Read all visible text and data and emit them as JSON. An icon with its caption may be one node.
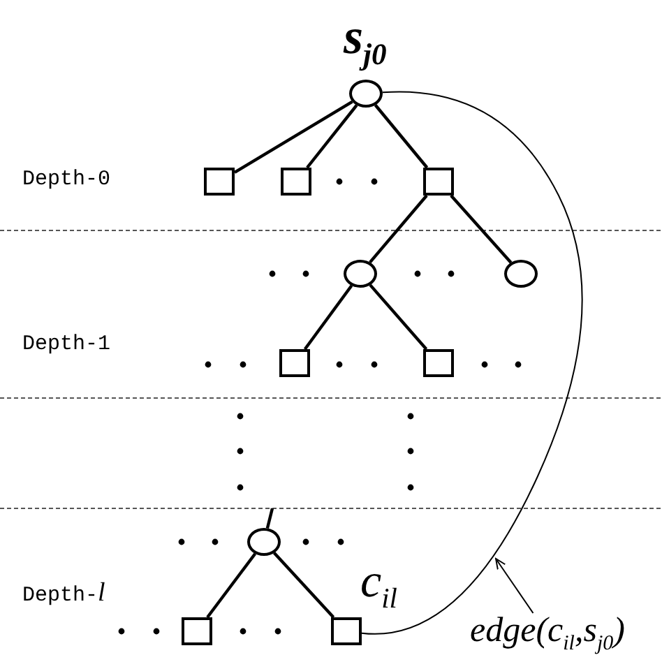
{
  "diagram": {
    "nodes": [
      {
        "text": [],
        "shape": "circle",
        "beside": [
          "s$_{j0}$"
        ]
      },
      {
        "text": [],
        "shape": "box"
      },
      {
        "text": [],
        "shape": "box"
      },
      {
        "text": [],
        "shape": "box"
      },
      {
        "text": [],
        "shape": "circle"
      },
      {
        "text": [],
        "shape": "circle"
      },
      {
        "text": [],
        "shape": "box"
      },
      {
        "text": [],
        "shape": "box"
      },
      {
        "text": [],
        "shape": "circle"
      },
      {
        "text": [],
        "shape": "box"
      },
      {
        "text": [],
        "shape": "box",
        "beside": [
          "c$_{il}$"
        ]
      },
      {
        "text": [
          "edge(c$_{il}$,s$_{j0}$)"
        ]
      }
    ],
    "edges": [
      {
        "from": 0,
        "to": 1,
        "arrow": "none"
      },
      {
        "from": 0,
        "to": 2,
        "arrow": "none"
      },
      {
        "from": 0,
        "to": 3,
        "arrow": "none"
      },
      {
        "from": 3,
        "to": 4,
        "arrow": "none"
      },
      {
        "from": 3,
        "to": 5,
        "arrow": "none"
      },
      {
        "from": 4,
        "to": 6,
        "arrow": "none"
      },
      {
        "from": 4,
        "to": 7,
        "arrow": "none"
      },
      {
        "from": null,
        "to": 8,
        "arrow": "none"
      },
      {
        "from": 8,
        "to": 9,
        "arrow": "none"
      },
      {
        "from": 8,
        "to": 10,
        "arrow": "none"
      },
      {
        "from": 10,
        "to": 0,
        "arrow": "none"
      },
      {
        "from": 11,
        "to": null,
        "arrow": "to"
      }
    ],
    "labels": [
      "Depth-0",
      "Depth-1",
      "Depth-*l*"
    ]
  }
}
